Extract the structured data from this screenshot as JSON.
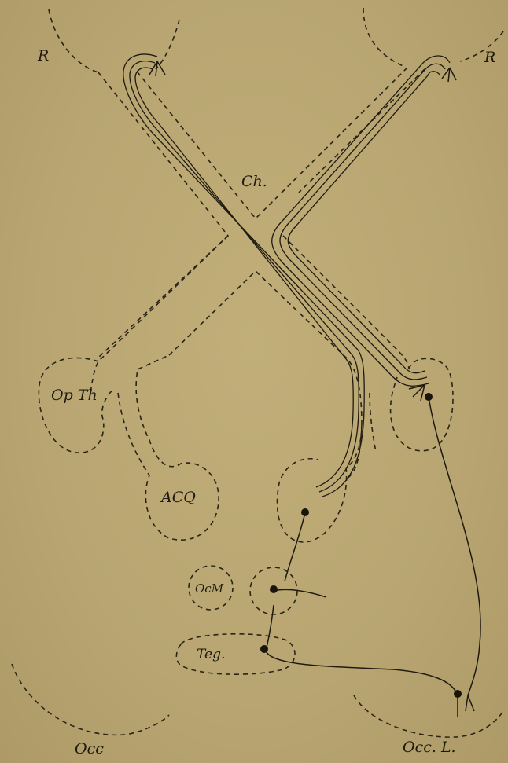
{
  "labels": {
    "r_left": "R",
    "r_right": "R",
    "chiasma": "Ch.",
    "optic_thalamus": "Op Th",
    "acq": "ACQ",
    "ocm": "OcM",
    "teg": "Teg.",
    "occ_left": "Occ",
    "occ_right": "Occ. L."
  },
  "colors": {
    "paper": "#b9a772",
    "ink": "#1f1a10"
  }
}
